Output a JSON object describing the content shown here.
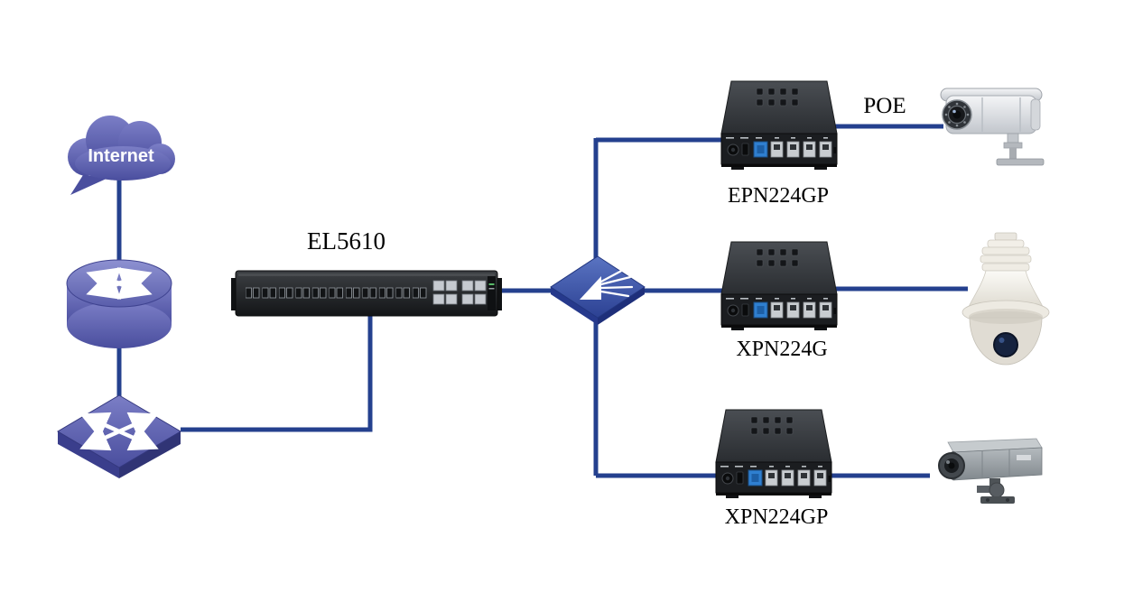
{
  "diagram": {
    "type": "network-topology",
    "labels": {
      "internet": "Internet",
      "olt": "EL5610",
      "onu_top": "EPN224GP",
      "poe": "POE",
      "onu_middle": "XPN224G",
      "onu_bottom": "XPN224GP"
    },
    "colors": {
      "connection_line": "#24408E",
      "node_blue": "#5A5EAB",
      "splitter_blue": "#3A51A5",
      "device_dark": "#2B2E32",
      "label_text": "#000000"
    },
    "icons": [
      "internet-cloud-icon",
      "router-icon",
      "lan-switch-icon",
      "olt-rack-switch-icon",
      "optical-splitter-icon",
      "onu-device-icon",
      "bullet-camera-icon",
      "dome-camera-icon",
      "box-camera-icon"
    ]
  }
}
